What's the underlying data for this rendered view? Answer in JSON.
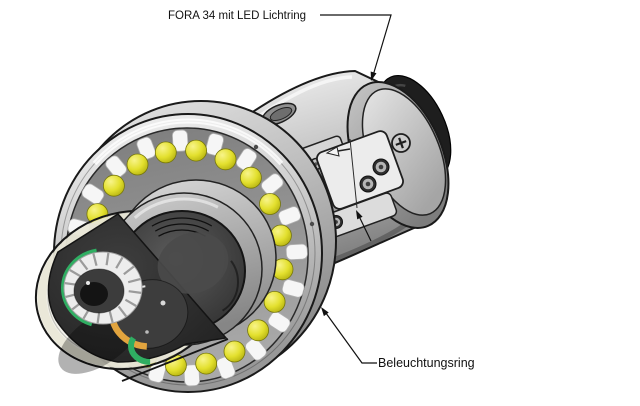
{
  "diagram": {
    "labels": {
      "title": "FORA 34 mit LED Lichtring",
      "part": "Beleuchtungsring"
    },
    "led_ring": {
      "led_count": 20,
      "reflector_count": 20
    },
    "lens": {
      "tooth_count": 16
    },
    "colors": {
      "led_core": "#e3e02e",
      "led_light": "#f8f48a",
      "led_dark": "#b2af0e",
      "led_edge": "#76760a",
      "accent_orange": "#e2a43e",
      "accent_green": "#2fae62",
      "glass_cream": "#eae8da",
      "cap_black": "#1e1e1e",
      "metal_light": "#f2f2f2",
      "metal_mid": "#c4c4c4",
      "metal_dark": "#8a8a8a",
      "outline": "#1a1a1a"
    }
  }
}
